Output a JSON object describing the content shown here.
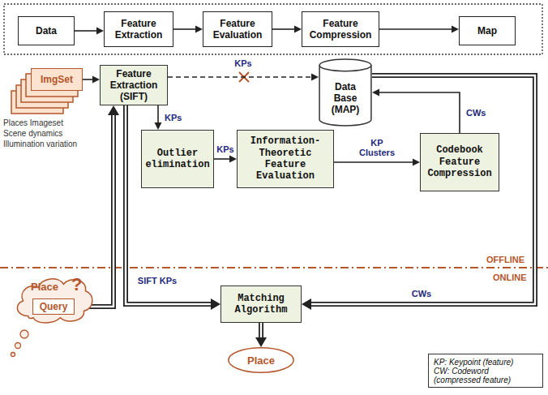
{
  "diagram": {
    "nodes": [
      {
        "text": [
          "Data"
        ]
      },
      {
        "text": [
          "Feature Extraction"
        ]
      },
      {
        "text": [
          "Feature Evaluation"
        ]
      },
      {
        "text": [
          "Feature Compression"
        ]
      },
      {
        "text": [
          "Map"
        ]
      },
      {
        "text": [
          "ImgSet"
        ]
      },
      {
        "text": [
          "Feature Extraction (SIFT)"
        ]
      },
      {
        "text": [
          "Data Base (MAP)"
        ]
      },
      {
        "text": [
          "Outlier elimination"
        ]
      },
      {
        "text": [
          "Information-Theoretic Feature Evaluation"
        ]
      },
      {
        "text": [
          "Codebook Feature Compression"
        ]
      },
      {
        "text": [
          "Place",
          "?"
        ]
      },
      {
        "text": [
          "Query"
        ],
        "in": 11
      },
      {
        "text": [
          "Matching Algorithm"
        ]
      },
      {
        "text": [
          "Place"
        ]
      },
      {
        "text": [
          "KP: Keypoint (feature)",
          "CW: Codeword (compressed feature)"
        ]
      }
    ],
    "edges": [
      {
        "from": 0,
        "to": 1,
        "arrow": "to"
      },
      {
        "from": 1,
        "to": 2,
        "arrow": "to"
      },
      {
        "from": 2,
        "to": 3,
        "arrow": "to"
      },
      {
        "from": 3,
        "to": 4,
        "arrow": "to"
      },
      {
        "from": 5,
        "to": 6,
        "arrow": "to"
      },
      {
        "from": 6,
        "to": 7,
        "label": "KPs",
        "arrow": "to"
      },
      {
        "from": 6,
        "to": 8,
        "label": "KPs",
        "arrow": "to"
      },
      {
        "from": 8,
        "to": 9,
        "label": "KPs",
        "arrow": "to"
      },
      {
        "from": 9,
        "to": 10,
        "label": "KP Clusters",
        "arrow": "to"
      },
      {
        "from": 10,
        "to": 7,
        "label": "CWs",
        "arrow": "to"
      },
      {
        "from": 7,
        "to": 13,
        "label": "CWs",
        "arrow": "to"
      },
      {
        "from": 12,
        "to": 6,
        "arrow": "to"
      },
      {
        "from": 6,
        "to": 13,
        "label": "SIFT KPs",
        "arrow": "to"
      },
      {
        "from": 13,
        "to": 14,
        "arrow": "to"
      }
    ],
    "labels": [
      "Places Imageset",
      "Scene dynamics",
      "Illumination variation",
      "OFFLINE",
      "ONLINE"
    ]
  }
}
